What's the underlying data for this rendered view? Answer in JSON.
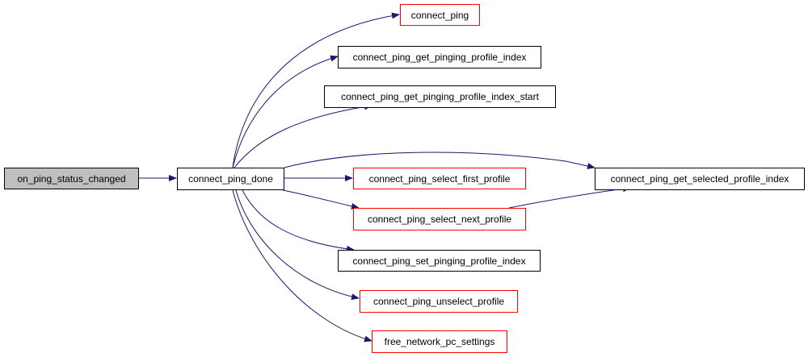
{
  "colors": {
    "edge": "#191970",
    "link_border": "#ff0000",
    "current_fill": "#bfbfbf"
  },
  "nodes": {
    "on_ping_status_changed": "on_ping_status_changed",
    "connect_ping_done": "connect_ping_done",
    "connect_ping": "connect_ping",
    "connect_ping_get_pinging_profile_index": "connect_ping_get_pinging_profile_index",
    "connect_ping_get_pinging_profile_index_start": "connect_ping_get_pinging_profile_index_start",
    "connect_ping_select_first_profile": "connect_ping_select_first_profile",
    "connect_ping_select_next_profile": "connect_ping_select_next_profile",
    "connect_ping_set_pinging_profile_index": "connect_ping_set_pinging_profile_index",
    "connect_ping_unselect_profile": "connect_ping_unselect_profile",
    "free_network_pc_settings": "free_network_pc_settings",
    "connect_ping_get_selected_profile_index": "connect_ping_get_selected_profile_index"
  }
}
